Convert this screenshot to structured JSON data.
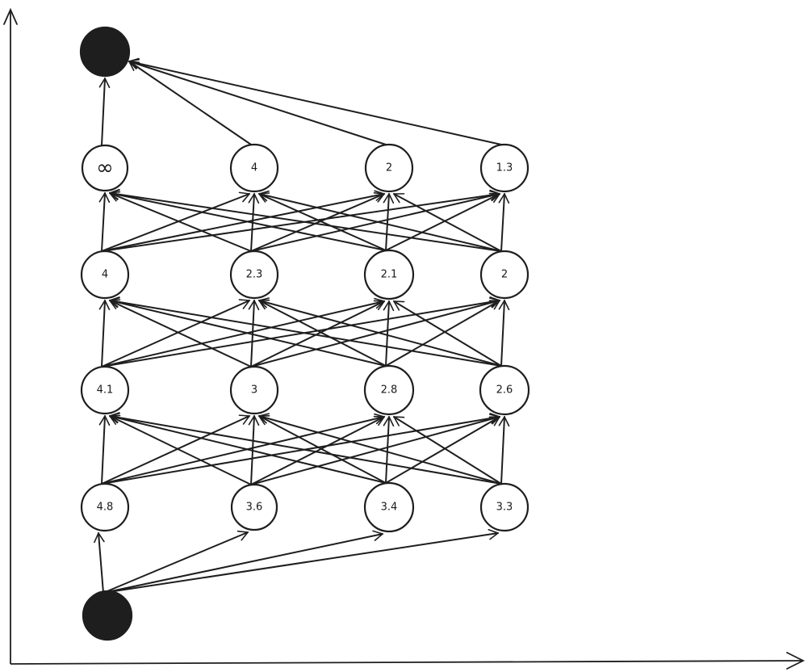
{
  "diagram": {
    "stroke_color": "#1e1e1e",
    "fill_color": "#1e1e1e",
    "background": "#ffffff",
    "source": {
      "id": "source",
      "label": ""
    },
    "sink": {
      "id": "sink",
      "label": ""
    },
    "layers": [
      {
        "id": "layer-1",
        "nodes": [
          {
            "id": "n11",
            "label": "4.8"
          },
          {
            "id": "n12",
            "label": "3.6"
          },
          {
            "id": "n13",
            "label": "3.4"
          },
          {
            "id": "n14",
            "label": "3.3"
          }
        ]
      },
      {
        "id": "layer-2",
        "nodes": [
          {
            "id": "n21",
            "label": "4.1"
          },
          {
            "id": "n22",
            "label": "3"
          },
          {
            "id": "n23",
            "label": "2.8"
          },
          {
            "id": "n24",
            "label": "2.6"
          }
        ]
      },
      {
        "id": "layer-3",
        "nodes": [
          {
            "id": "n31",
            "label": "4"
          },
          {
            "id": "n32",
            "label": "2.3"
          },
          {
            "id": "n33",
            "label": "2.1"
          },
          {
            "id": "n34",
            "label": "2"
          }
        ]
      },
      {
        "id": "layer-4",
        "nodes": [
          {
            "id": "n41",
            "label": "∞"
          },
          {
            "id": "n42",
            "label": "4"
          },
          {
            "id": "n43",
            "label": "2"
          },
          {
            "id": "n44",
            "label": "1.3"
          }
        ]
      }
    ],
    "edges": {
      "source_to_layer": 1,
      "fully_connected_between_layers": true,
      "layer_to_sink": 4
    },
    "axes": {
      "x_label": "",
      "y_label": ""
    }
  }
}
